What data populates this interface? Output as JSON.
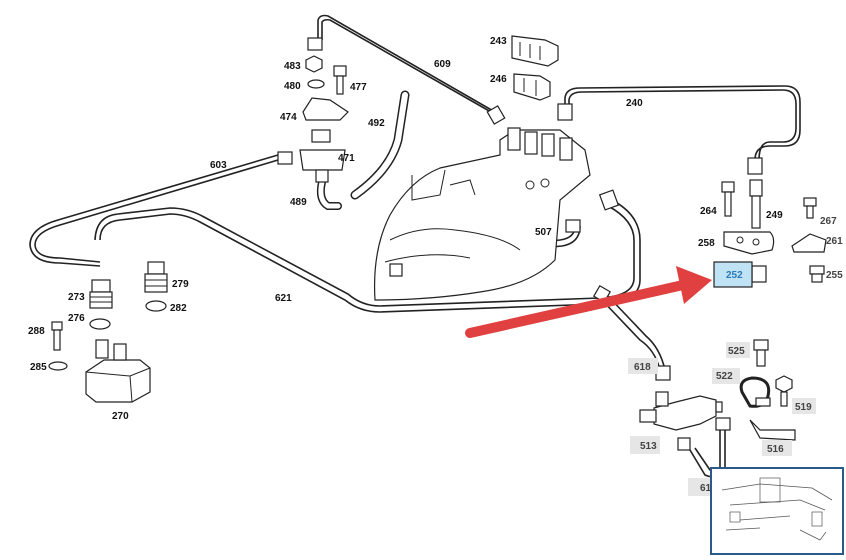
{
  "diagram": {
    "labels": {
      "p609": "609",
      "p243": "243",
      "p246": "246",
      "p240": "240",
      "p483": "483",
      "p480": "480",
      "p477": "477",
      "p474": "474",
      "p492": "492",
      "p471": "471",
      "p603": "603",
      "p489": "489",
      "p264": "264",
      "p249": "249",
      "p267": "267",
      "p258": "258",
      "p261": "261",
      "p252": "252",
      "p255": "255",
      "p507": "507",
      "p273": "273",
      "p279": "279",
      "p276": "276",
      "p282": "282",
      "p288": "288",
      "p285": "285",
      "p270": "270",
      "p621": "621",
      "p618": "618",
      "p525": "525",
      "p522": "522",
      "p519": "519",
      "p513": "513",
      "p516": "516",
      "p61x": "61"
    },
    "highlight_color": "#bfe3f5",
    "arrow_color": "#e04040"
  }
}
